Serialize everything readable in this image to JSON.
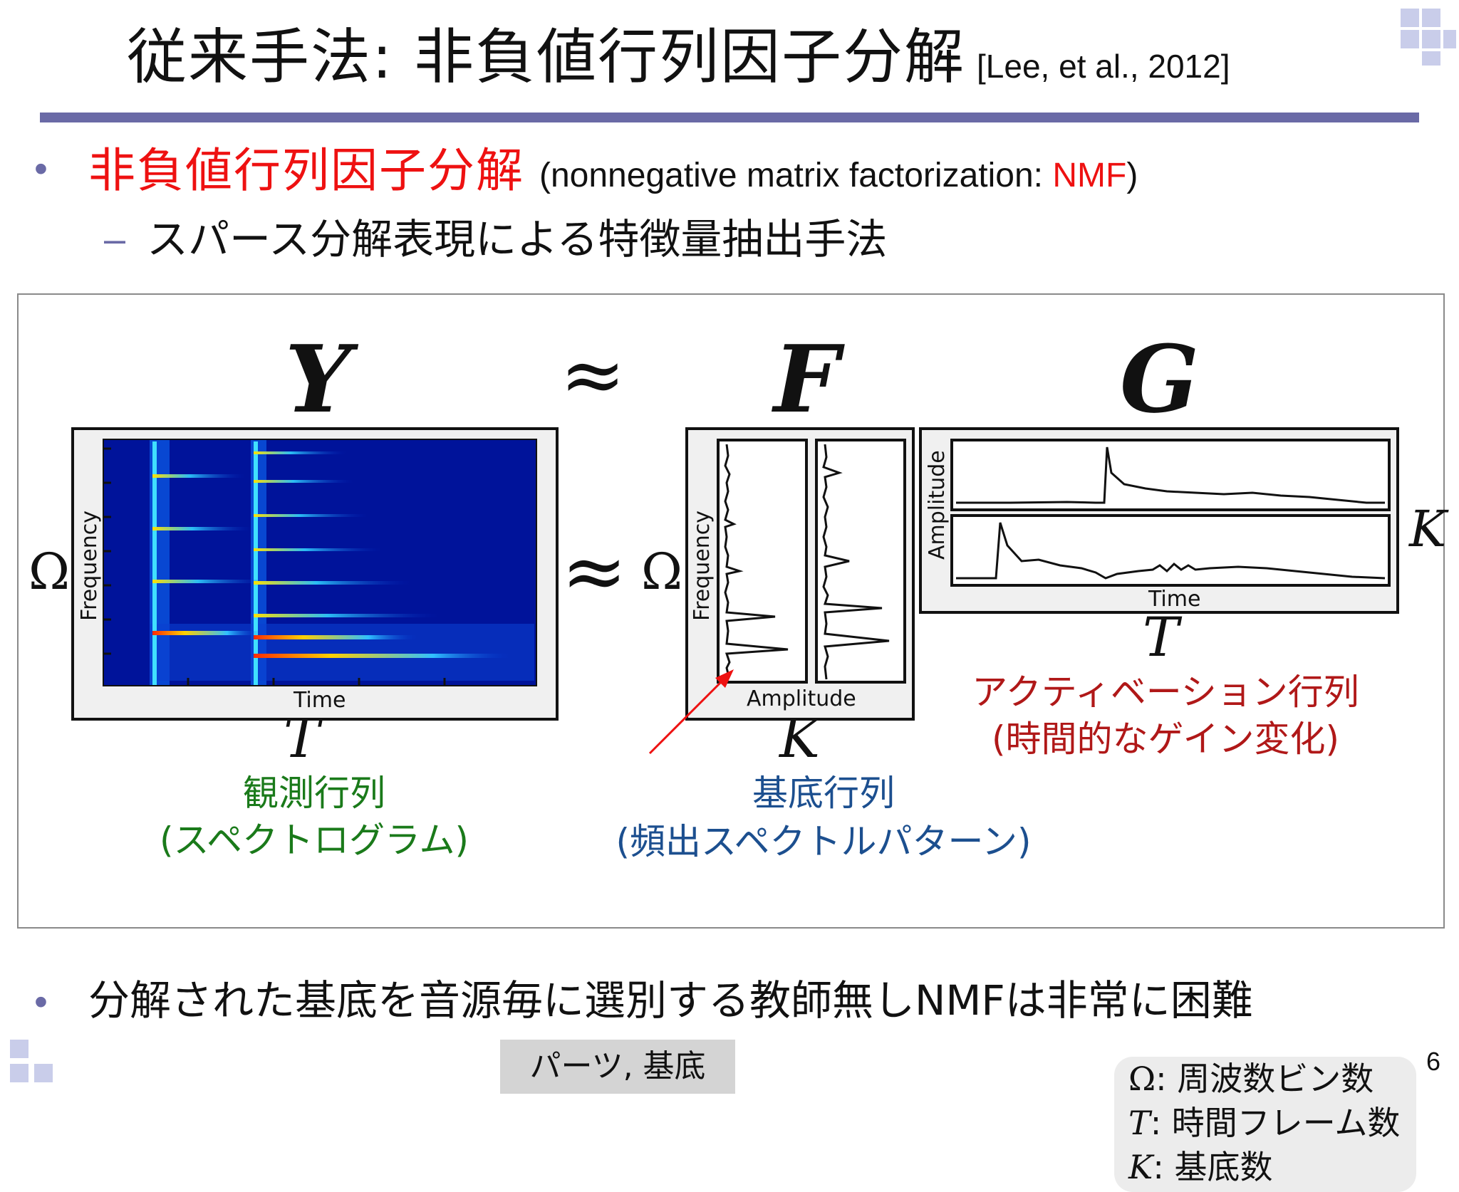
{
  "title": {
    "main": "従来手法: 非負値行列因子分解",
    "citation": "[Lee, et al., 2012]"
  },
  "bullet1": {
    "term": "非負値行列因子分解",
    "paren_open": "(nonnegative matrix factorization: ",
    "abbr": "NMF",
    "paren_close": ")"
  },
  "sub1": {
    "dash": "–",
    "text": "スパース分解表現による特徴量抽出手法"
  },
  "figure": {
    "Y": "Y",
    "approx_top": "≈",
    "F": "F",
    "G": "G",
    "omega_left": "Ω",
    "approx_mid": "≈",
    "omega_mid": "Ω",
    "K_right": "K",
    "T_left": "T",
    "K_bottom": "K",
    "T_right": "T",
    "spectrogram": {
      "xlabel": "Time",
      "ylabel": "Frequency"
    },
    "basis": {
      "xlabel": "Amplitude",
      "ylabel": "Frequency"
    },
    "activation": {
      "xlabel": "Time",
      "ylabel": "Amplitude"
    },
    "parts_label": "パーツ, 基底",
    "obs_caption_1": "観測行列",
    "obs_caption_2": "(スペクトログラム)",
    "basis_caption_1": "基底行列",
    "basis_caption_2": "(頻出スペクトルパターン)",
    "act_caption_1": "アクティベーション行列",
    "act_caption_2": "(時間的なゲイン変化)",
    "legend": [
      {
        "sym": "Ω",
        "text": ": 周波数ビン数"
      },
      {
        "sym": "T",
        "text": ": 時間フレーム数"
      },
      {
        "sym": "K",
        "text": ": 基底数"
      }
    ],
    "colors": {
      "green": "#1a7a1a",
      "blue": "#1c4f8f",
      "darkred": "#b01818",
      "arrow": "#ee1111"
    }
  },
  "bullet2": {
    "text": "分解された基底を音源毎に選別する教師無しNMFは非常に困難"
  },
  "page_number": "6",
  "colors": {
    "accent": "#6a6aa6",
    "red": "#ee1111"
  }
}
